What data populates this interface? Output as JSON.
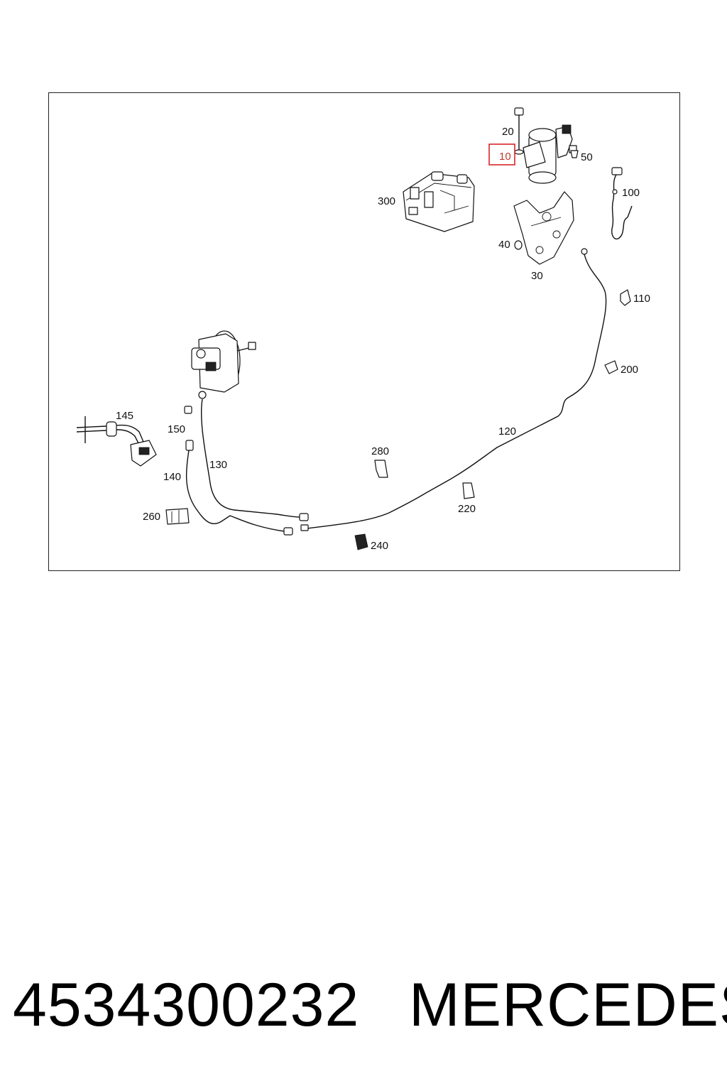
{
  "diagram": {
    "highlighted_callout": "10",
    "callouts": {
      "c10": "10",
      "c20": "20",
      "c30": "30",
      "c40": "40",
      "c50": "50",
      "c100": "100",
      "c110": "110",
      "c120": "120",
      "c130": "130",
      "c140": "140",
      "c145": "145",
      "c150": "150",
      "c200": "200",
      "c220": "220",
      "c240": "240",
      "c260": "260",
      "c280": "280",
      "c300": "300"
    },
    "colors": {
      "line": "#111111",
      "highlight": "#d9262a",
      "background": "#ffffff"
    }
  },
  "footer": {
    "part_number": "4534300232",
    "brand": "MERCEDES"
  }
}
